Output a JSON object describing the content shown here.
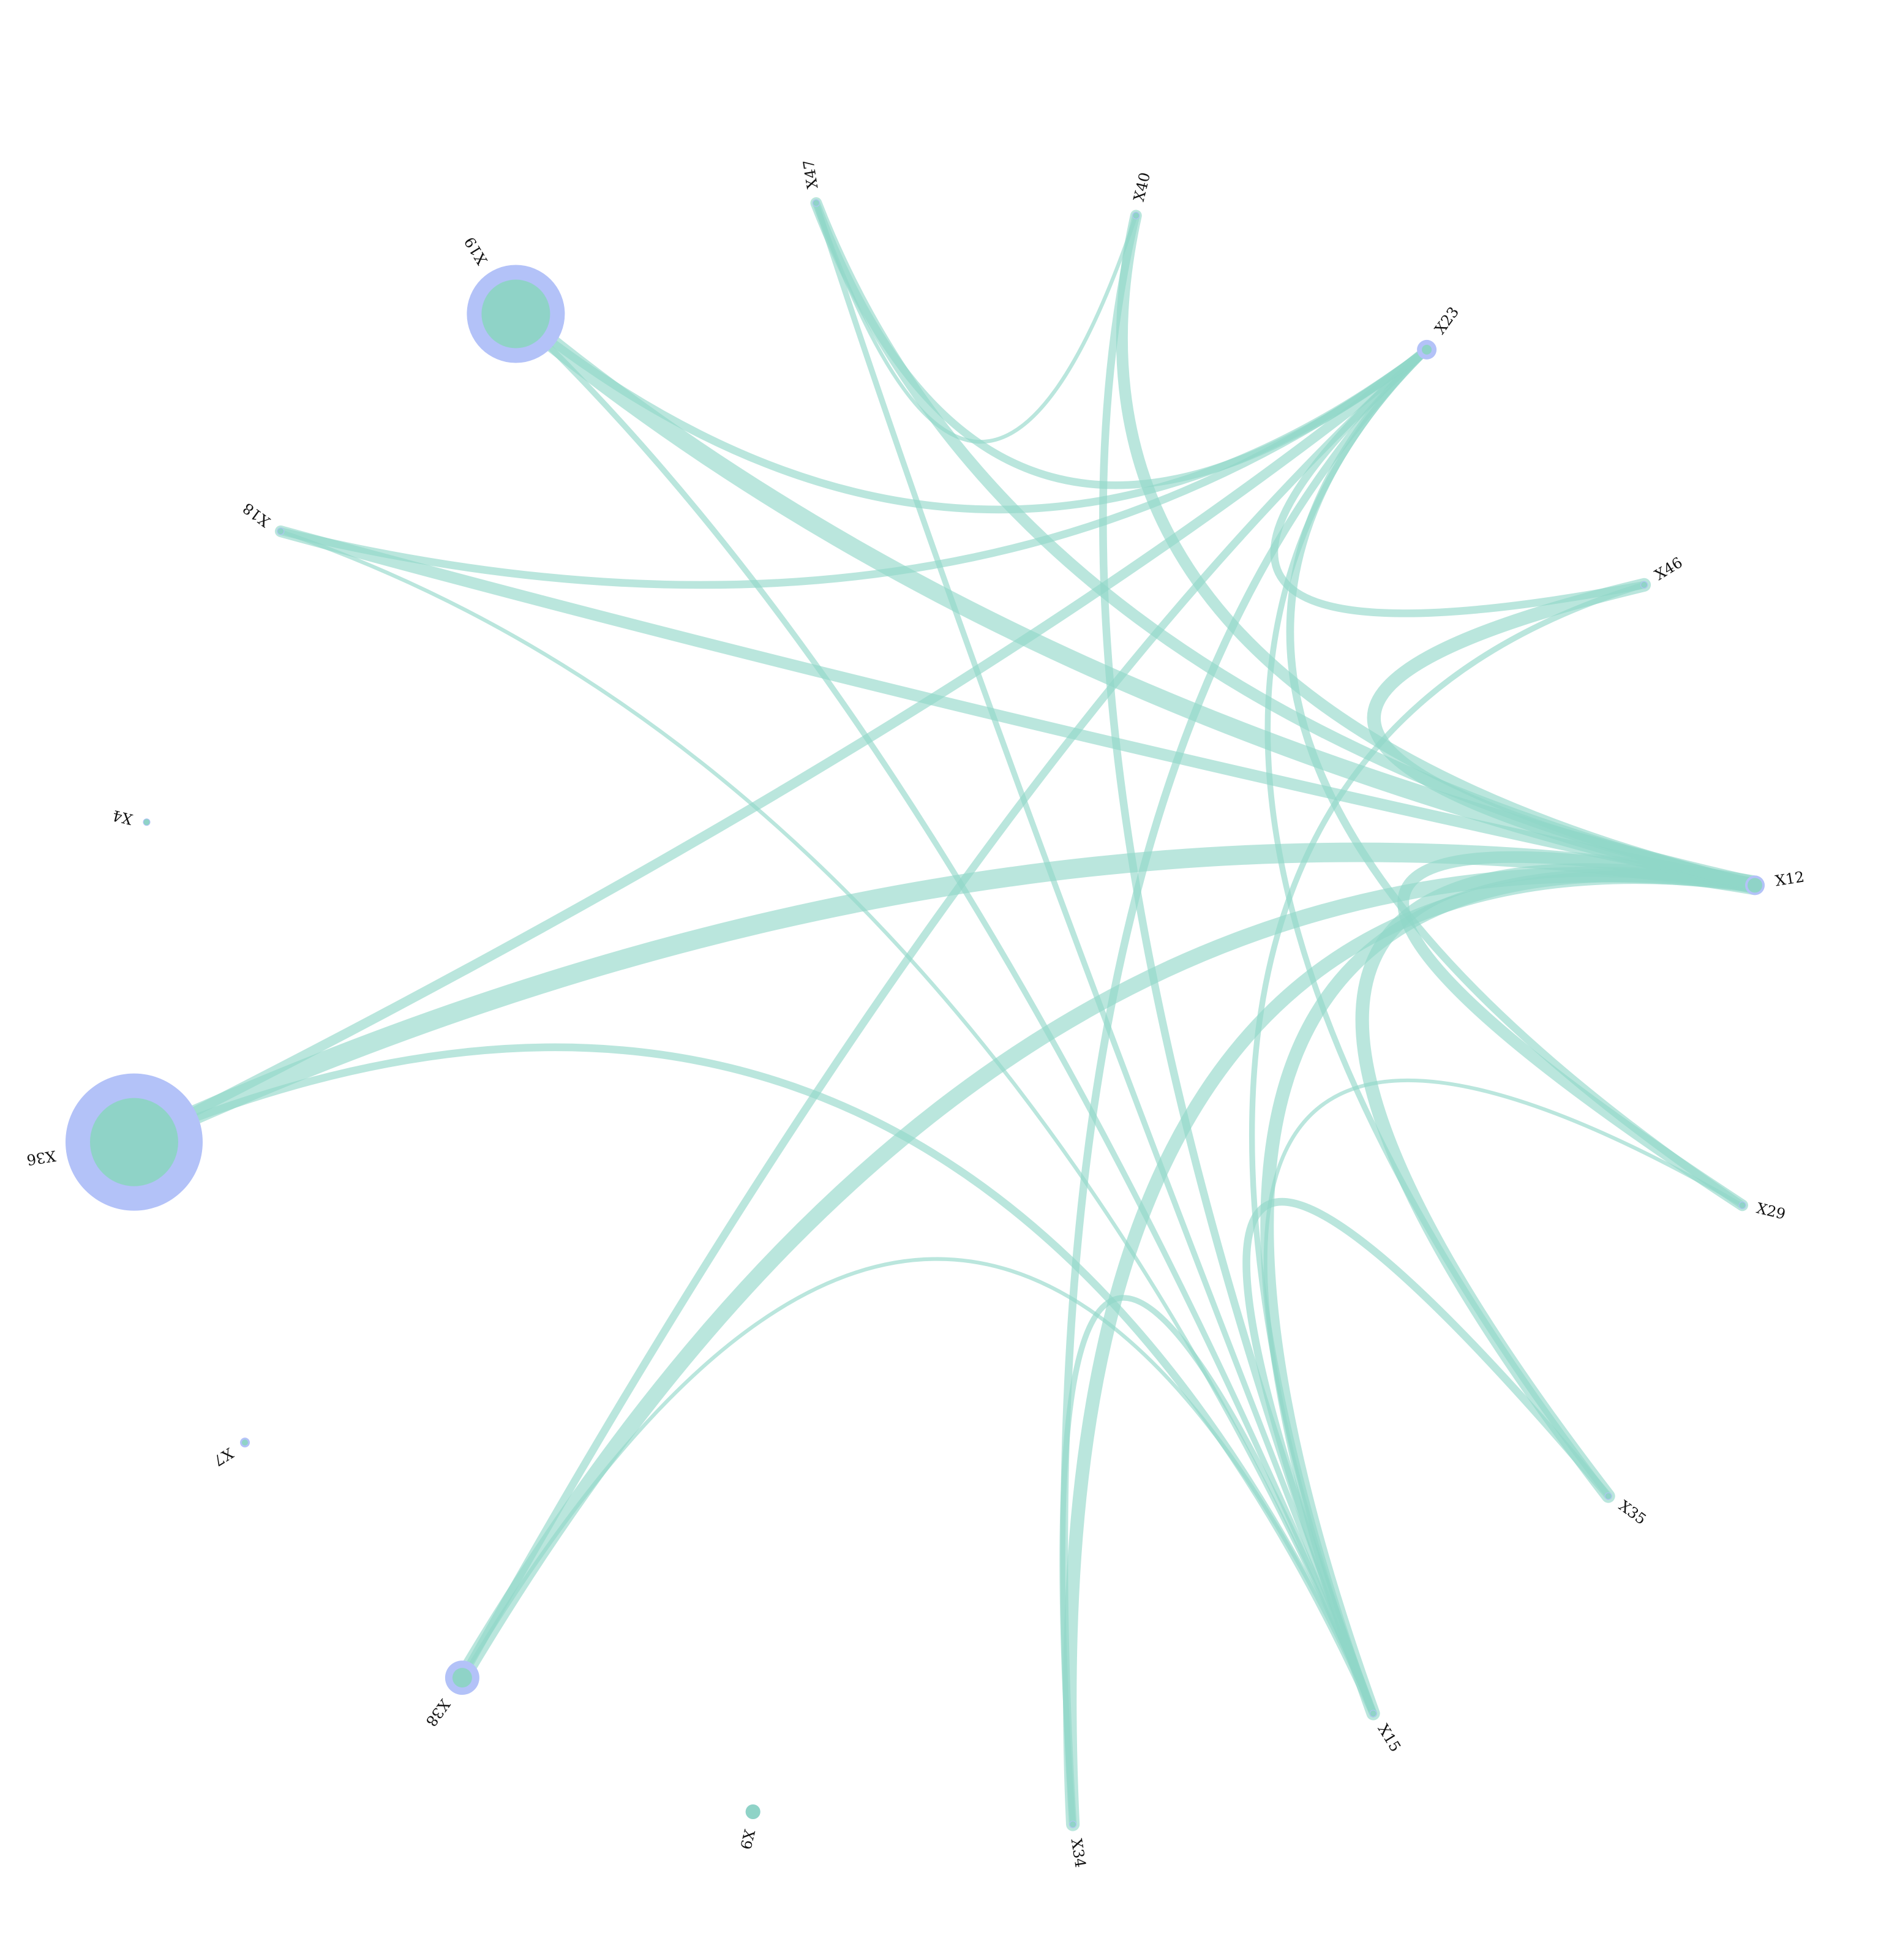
{
  "colors": {
    "edge": "#8fd6c8",
    "node_inner": "#8fd3c7",
    "node_outer": "#b3c2f8",
    "label": "#111111",
    "background": "#ffffff"
  },
  "nodes": [
    {
      "id": "X47",
      "label": "X47",
      "outer_size": 1,
      "inner_size": 1
    },
    {
      "id": "X40",
      "label": "X40",
      "outer_size": 1,
      "inner_size": 1
    },
    {
      "id": "X23",
      "label": "X23",
      "outer_size": 4,
      "inner_size": 2
    },
    {
      "id": "X46",
      "label": "X46",
      "outer_size": 1,
      "inner_size": 1
    },
    {
      "id": "X12",
      "label": "X12",
      "outer_size": 4,
      "inner_size": 3
    },
    {
      "id": "X29",
      "label": "X29",
      "outer_size": 1,
      "inner_size": 1
    },
    {
      "id": "X35",
      "label": "X35",
      "outer_size": 1,
      "inner_size": 1
    },
    {
      "id": "X15",
      "label": "X15",
      "outer_size": 1,
      "inner_size": 1
    },
    {
      "id": "X34",
      "label": "X34",
      "outer_size": 1,
      "inner_size": 1
    },
    {
      "id": "X9",
      "label": "X9",
      "outer_size": 3,
      "inner_size": 3
    },
    {
      "id": "X38",
      "label": "X38",
      "outer_size": 7,
      "inner_size": 4
    },
    {
      "id": "X7",
      "label": "X7",
      "outer_size": 2,
      "inner_size": 1
    },
    {
      "id": "X36",
      "label": "X36",
      "outer_size": 28,
      "inner_size": 18
    },
    {
      "id": "X4",
      "label": "X4",
      "outer_size": 1,
      "inner_size": 1
    },
    {
      "id": "X18",
      "label": "X18",
      "outer_size": 1,
      "inner_size": 1
    },
    {
      "id": "X19",
      "label": "X19",
      "outer_size": 20,
      "inner_size": 14
    }
  ],
  "edges": [
    {
      "source": "X12",
      "target": "X36",
      "weight": 9
    },
    {
      "source": "X12",
      "target": "X19",
      "weight": 8
    },
    {
      "source": "X12",
      "target": "X38",
      "weight": 7
    },
    {
      "source": "X12",
      "target": "X34",
      "weight": 6
    },
    {
      "source": "X12",
      "target": "X35",
      "weight": 6
    },
    {
      "source": "X12",
      "target": "X29",
      "weight": 5
    },
    {
      "source": "X12",
      "target": "X46",
      "weight": 6
    },
    {
      "source": "X12",
      "target": "X47",
      "weight": 5
    },
    {
      "source": "X12",
      "target": "X40",
      "weight": 5
    },
    {
      "source": "X12",
      "target": "X18",
      "weight": 5
    },
    {
      "source": "X12",
      "target": "X15",
      "weight": 6
    },
    {
      "source": "X23",
      "target": "X36",
      "weight": 4
    },
    {
      "source": "X23",
      "target": "X38",
      "weight": 3
    },
    {
      "source": "X23",
      "target": "X34",
      "weight": 3
    },
    {
      "source": "X23",
      "target": "X35",
      "weight": 2
    },
    {
      "source": "X23",
      "target": "X29",
      "weight": 3
    },
    {
      "source": "X23",
      "target": "X46",
      "weight": 3
    },
    {
      "source": "X23",
      "target": "X47",
      "weight": 3
    },
    {
      "source": "X23",
      "target": "X18",
      "weight": 3
    },
    {
      "source": "X23",
      "target": "X19",
      "weight": 3
    },
    {
      "source": "X15",
      "target": "X35",
      "weight": 3
    },
    {
      "source": "X15",
      "target": "X34",
      "weight": 2
    },
    {
      "source": "X15",
      "target": "X38",
      "weight": 1
    },
    {
      "source": "X15",
      "target": "X36",
      "weight": 3
    },
    {
      "source": "X15",
      "target": "X18",
      "weight": 1
    },
    {
      "source": "X15",
      "target": "X19",
      "weight": 2
    },
    {
      "source": "X15",
      "target": "X46",
      "weight": 2
    },
    {
      "source": "X15",
      "target": "X47",
      "weight": 2
    },
    {
      "source": "X15",
      "target": "X29",
      "weight": 1
    },
    {
      "source": "X15",
      "target": "X40",
      "weight": 3
    },
    {
      "source": "X40",
      "target": "X47",
      "weight": 1
    }
  ]
}
